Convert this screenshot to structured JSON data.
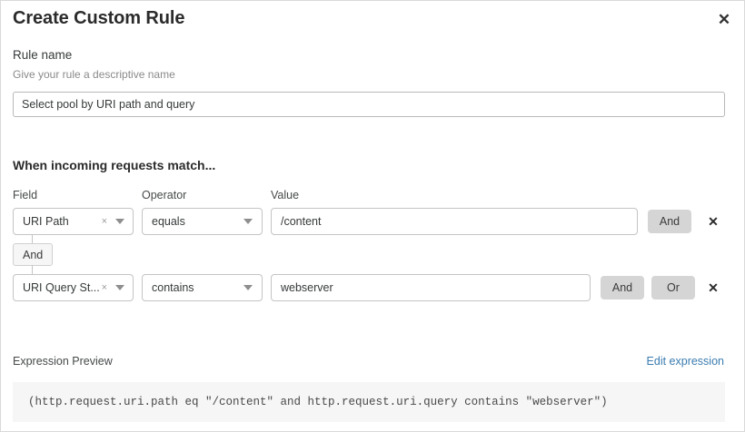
{
  "dialog": {
    "title": "Create Custom Rule",
    "close_label": "✕"
  },
  "rule_name": {
    "label": "Rule name",
    "hint": "Give your rule a descriptive name",
    "value": "Select pool by URI path and query",
    "placeholder": ""
  },
  "conditions": {
    "heading": "When incoming requests match...",
    "columns": {
      "field": "Field",
      "operator": "Operator",
      "value": "Value"
    },
    "connector": {
      "label": "And"
    },
    "rows": [
      {
        "field": "URI Path",
        "field_clear": "×",
        "operator": "equals",
        "value": "/content",
        "buttons": [
          "And"
        ],
        "delete_label": "✕"
      },
      {
        "field": "URI Query St...",
        "field_clear": "×",
        "operator": "contains",
        "value": "webserver",
        "buttons": [
          "And",
          "Or"
        ],
        "delete_label": "✕"
      }
    ]
  },
  "expression": {
    "label": "Expression Preview",
    "edit_link": "Edit expression",
    "preview": "(http.request.uri.path eq \"/content\" and http.request.uri.query contains \"webserver\")"
  },
  "colors": {
    "link": "#3b7cb0",
    "button_bg": "#d5d5d5",
    "preview_bg": "#f6f6f6"
  }
}
